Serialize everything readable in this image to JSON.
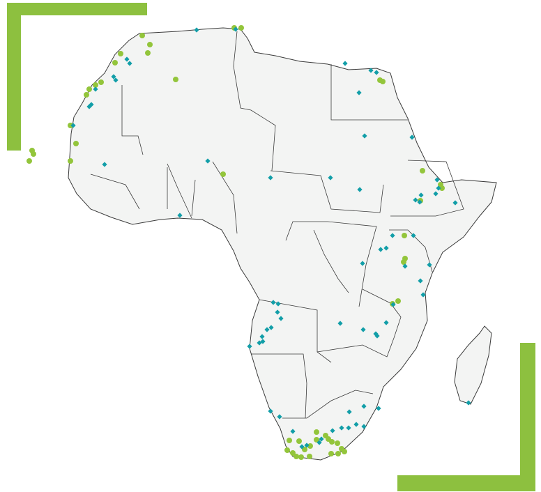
{
  "colors": {
    "accent_green": "#8dc03f",
    "land": "#f3f4f3",
    "border": "#3a3a3a",
    "marker_circle": "#93c53b",
    "marker_diamond": "#129ea8"
  },
  "map": {
    "region": "Africa",
    "marker_types": [
      "green-circle-marker",
      "teal-diamond-marker"
    ]
  }
}
